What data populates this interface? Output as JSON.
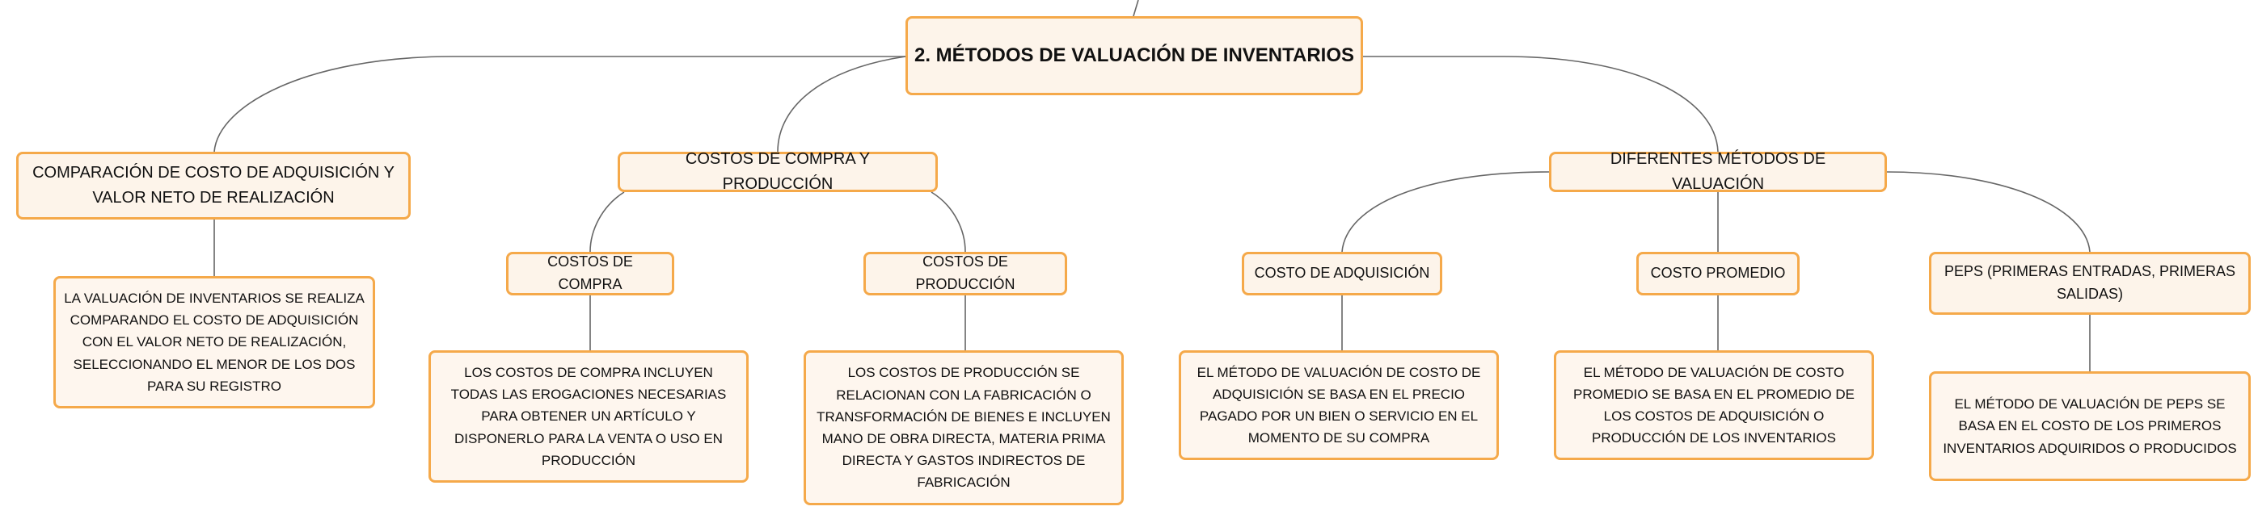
{
  "colors": {
    "node_border": "#f5a94a",
    "node_fill": "#fdf4ea",
    "connector": "#666666",
    "text": "#111111"
  },
  "map": {
    "root": {
      "label": "2. MÉTODOS DE VALUACIÓN DE INVENTARIOS"
    },
    "comparacion": {
      "label": "COMPARACIÓN DE COSTO DE ADQUISICIÓN Y VALOR NETO DE REALIZACIÓN",
      "detail": "LA VALUACIÓN DE INVENTARIOS SE REALIZA COMPARANDO EL COSTO DE ADQUISICIÓN CON EL VALOR NETO DE REALIZACIÓN, SELECCIONANDO EL MENOR DE LOS DOS PARA SU REGISTRO"
    },
    "costos_compra_produccion": {
      "label": "COSTOS DE COMPRA Y PRODUCCIÓN",
      "compra": {
        "label": "COSTOS DE COMPRA",
        "detail": "LOS COSTOS DE COMPRA INCLUYEN TODAS LAS EROGACIONES NECESARIAS PARA OBTENER UN ARTÍCULO Y DISPONERLO PARA LA VENTA O USO EN PRODUCCIÓN"
      },
      "produccion": {
        "label": "COSTOS DE PRODUCCIÓN",
        "detail": "LOS COSTOS DE PRODUCCIÓN SE RELACIONAN CON LA FABRICACIÓN O TRANSFORMACIÓN DE BIENES E INCLUYEN MANO DE OBRA DIRECTA, MATERIA PRIMA DIRECTA Y GASTOS INDIRECTOS DE FABRICACIÓN"
      }
    },
    "diferentes_metodos": {
      "label": "DIFERENTES MÉTODOS DE VALUACIÓN",
      "adquisicion": {
        "label": "COSTO DE ADQUISICIÓN",
        "detail": "EL MÉTODO DE VALUACIÓN DE COSTO DE ADQUISICIÓN SE BASA EN EL PRECIO PAGADO POR UN BIEN O SERVICIO EN EL MOMENTO DE SU COMPRA"
      },
      "promedio": {
        "label": "COSTO PROMEDIO",
        "detail": "EL MÉTODO DE VALUACIÓN DE COSTO PROMEDIO SE BASA EN EL PROMEDIO DE LOS COSTOS DE ADQUISICIÓN O PRODUCCIÓN DE LOS INVENTARIOS"
      },
      "peps": {
        "label": "PEPS (PRIMERAS ENTRADAS, PRIMERAS SALIDAS)",
        "detail": "EL MÉTODO DE VALUACIÓN DE PEPS SE BASA EN EL COSTO DE LOS PRIMEROS INVENTARIOS ADQUIRIDOS O PRODUCIDOS"
      }
    }
  }
}
